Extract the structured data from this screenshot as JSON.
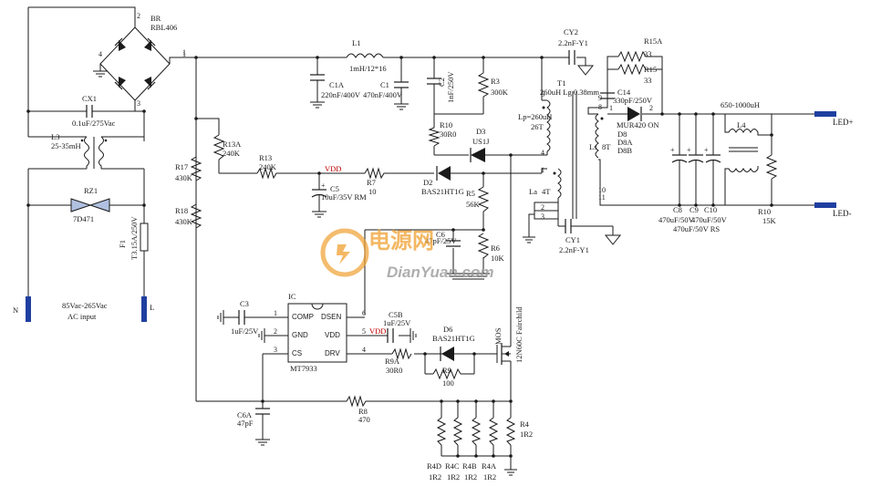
{
  "components": {
    "bridge": {
      "ref": "BR",
      "value": "RBL406"
    },
    "cx1": {
      "ref": "CX1",
      "value": "0.1uF/275Vac"
    },
    "l3": {
      "ref": "L3",
      "value": "25-35mH"
    },
    "rz1": {
      "ref": "RZ1",
      "value": "7D471"
    },
    "f1": {
      "ref": "F1",
      "value": "T3.15A/250V"
    },
    "r17": {
      "ref": "R17",
      "value": "430K"
    },
    "r18": {
      "ref": "R18",
      "value": "430K"
    },
    "r13a": {
      "ref": "R13A",
      "value": "240K"
    },
    "r13": {
      "ref": "R13",
      "value": "240K"
    },
    "l1": {
      "ref": "L1",
      "value": "1mH/12*16"
    },
    "c1a": {
      "ref": "C1A",
      "value": "220nF/400V"
    },
    "c1": {
      "ref": "C1",
      "value": "470nF/400V"
    },
    "c2": {
      "ref": "C2",
      "value": "1nF/250V"
    },
    "r3": {
      "ref": "R3",
      "value": "300K"
    },
    "r10a": {
      "ref": "R10",
      "value": "30R0"
    },
    "d3": {
      "ref": "D3",
      "value": "US1J"
    },
    "cy2": {
      "ref": "CY2",
      "value": "2.2nF-Y1"
    },
    "t1": {
      "ref": "T1",
      "value": "260uH Lg 0.38mm"
    },
    "lp": {
      "ref": "Lp=260uH",
      "value": "26T"
    },
    "ls": {
      "ref": "Ls",
      "value": "8T"
    },
    "la": {
      "ref": "La",
      "value": "4T"
    },
    "r15a": {
      "ref": "R15A",
      "value": "33"
    },
    "r15": {
      "ref": "R15",
      "value": "33"
    },
    "c14": {
      "ref": "C14",
      "value": "330pF/250V"
    },
    "d8": {
      "ref": "D8",
      "value": "MUR420 ON"
    },
    "d8a": {
      "ref": "D8A",
      "value": "D8B"
    },
    "c8": {
      "ref": "C8",
      "value": "470uF/50V"
    },
    "c9": {
      "ref": "C9",
      "value": "470uF/50V"
    },
    "c10": {
      "ref": "C10",
      "value": "470uF/50V"
    },
    "c10b": {
      "ref": "",
      "value": "470uF/50V RS"
    },
    "l4": {
      "ref": "L4",
      "value": "650-1000uH"
    },
    "r10b": {
      "ref": "R10",
      "value": "15K"
    },
    "c5": {
      "ref": "C5",
      "value": "10uF/35V RM"
    },
    "r7": {
      "ref": "R7",
      "value": "10"
    },
    "d2": {
      "ref": "D2",
      "value": "BAS21HT1G"
    },
    "r5": {
      "ref": "R5",
      "value": "56K"
    },
    "r6": {
      "ref": "R6",
      "value": "10K"
    },
    "c6": {
      "ref": "C6",
      "value": "47pF/25V"
    },
    "cy1": {
      "ref": "CY1",
      "value": "2.2nF-Y1"
    },
    "c3": {
      "ref": "C3",
      "value": "1uF/25V"
    },
    "c5b": {
      "ref": "C5B",
      "value": "1uF/25V"
    },
    "d6": {
      "ref": "D6",
      "value": "BAS21HT1G"
    },
    "r9a": {
      "ref": "R9A",
      "value": "30R0"
    },
    "r9": {
      "ref": "R9",
      "value": "100"
    },
    "mos": {
      "ref": "MOS",
      "value": "12N60C Fairchild"
    },
    "c6a": {
      "ref": "C6A",
      "value": "47pF"
    },
    "r8": {
      "ref": "R8",
      "value": "470"
    },
    "r4d": {
      "ref": "R4D",
      "value": "1R2"
    },
    "r4c": {
      "ref": "R4C",
      "value": "1R2"
    },
    "r4b": {
      "ref": "R4B",
      "value": "1R2"
    },
    "r4a": {
      "ref": "R4A",
      "value": "1R2"
    },
    "r4": {
      "ref": "R4",
      "value": "1R2"
    }
  },
  "ic": {
    "ref": "IC",
    "part": "MT7933",
    "pins_left": [
      {
        "num": "1",
        "name": "COMP"
      },
      {
        "num": "2",
        "name": "GND"
      },
      {
        "num": "3",
        "name": "CS"
      }
    ],
    "pins_right": [
      {
        "num": "6",
        "name": "DSEN"
      },
      {
        "num": "5",
        "name": "VDD"
      },
      {
        "num": "4",
        "name": "DRV"
      }
    ]
  },
  "net_labels": {
    "vdd": "VDD",
    "vdd2": "VDD"
  },
  "pin_numbers": {
    "br_top": "2",
    "br_left": "4",
    "br_right": "1",
    "br_bottom": "3",
    "t1_6": "6",
    "t1_4": "4",
    "t1_1": "1",
    "t1_2": "2",
    "t1_3": "3",
    "t1_9": "9",
    "t1_8": "8",
    "t1_10": "10",
    "t1_11": "11",
    "d8_1": "1",
    "d8_2": "2"
  },
  "input": {
    "n_label": "N",
    "l_label": "L",
    "desc": "85Vac-265Vac",
    "desc2": "AC input"
  },
  "output": {
    "pos": "LED+",
    "neg": "LED-"
  },
  "watermark": {
    "cn": "电源网",
    "en": "DianYuan.com"
  },
  "colors": {
    "wire": "#1a1a1a",
    "net": "#c00000",
    "terminal": "#1f3fa0",
    "watermark": "#f0a030"
  }
}
